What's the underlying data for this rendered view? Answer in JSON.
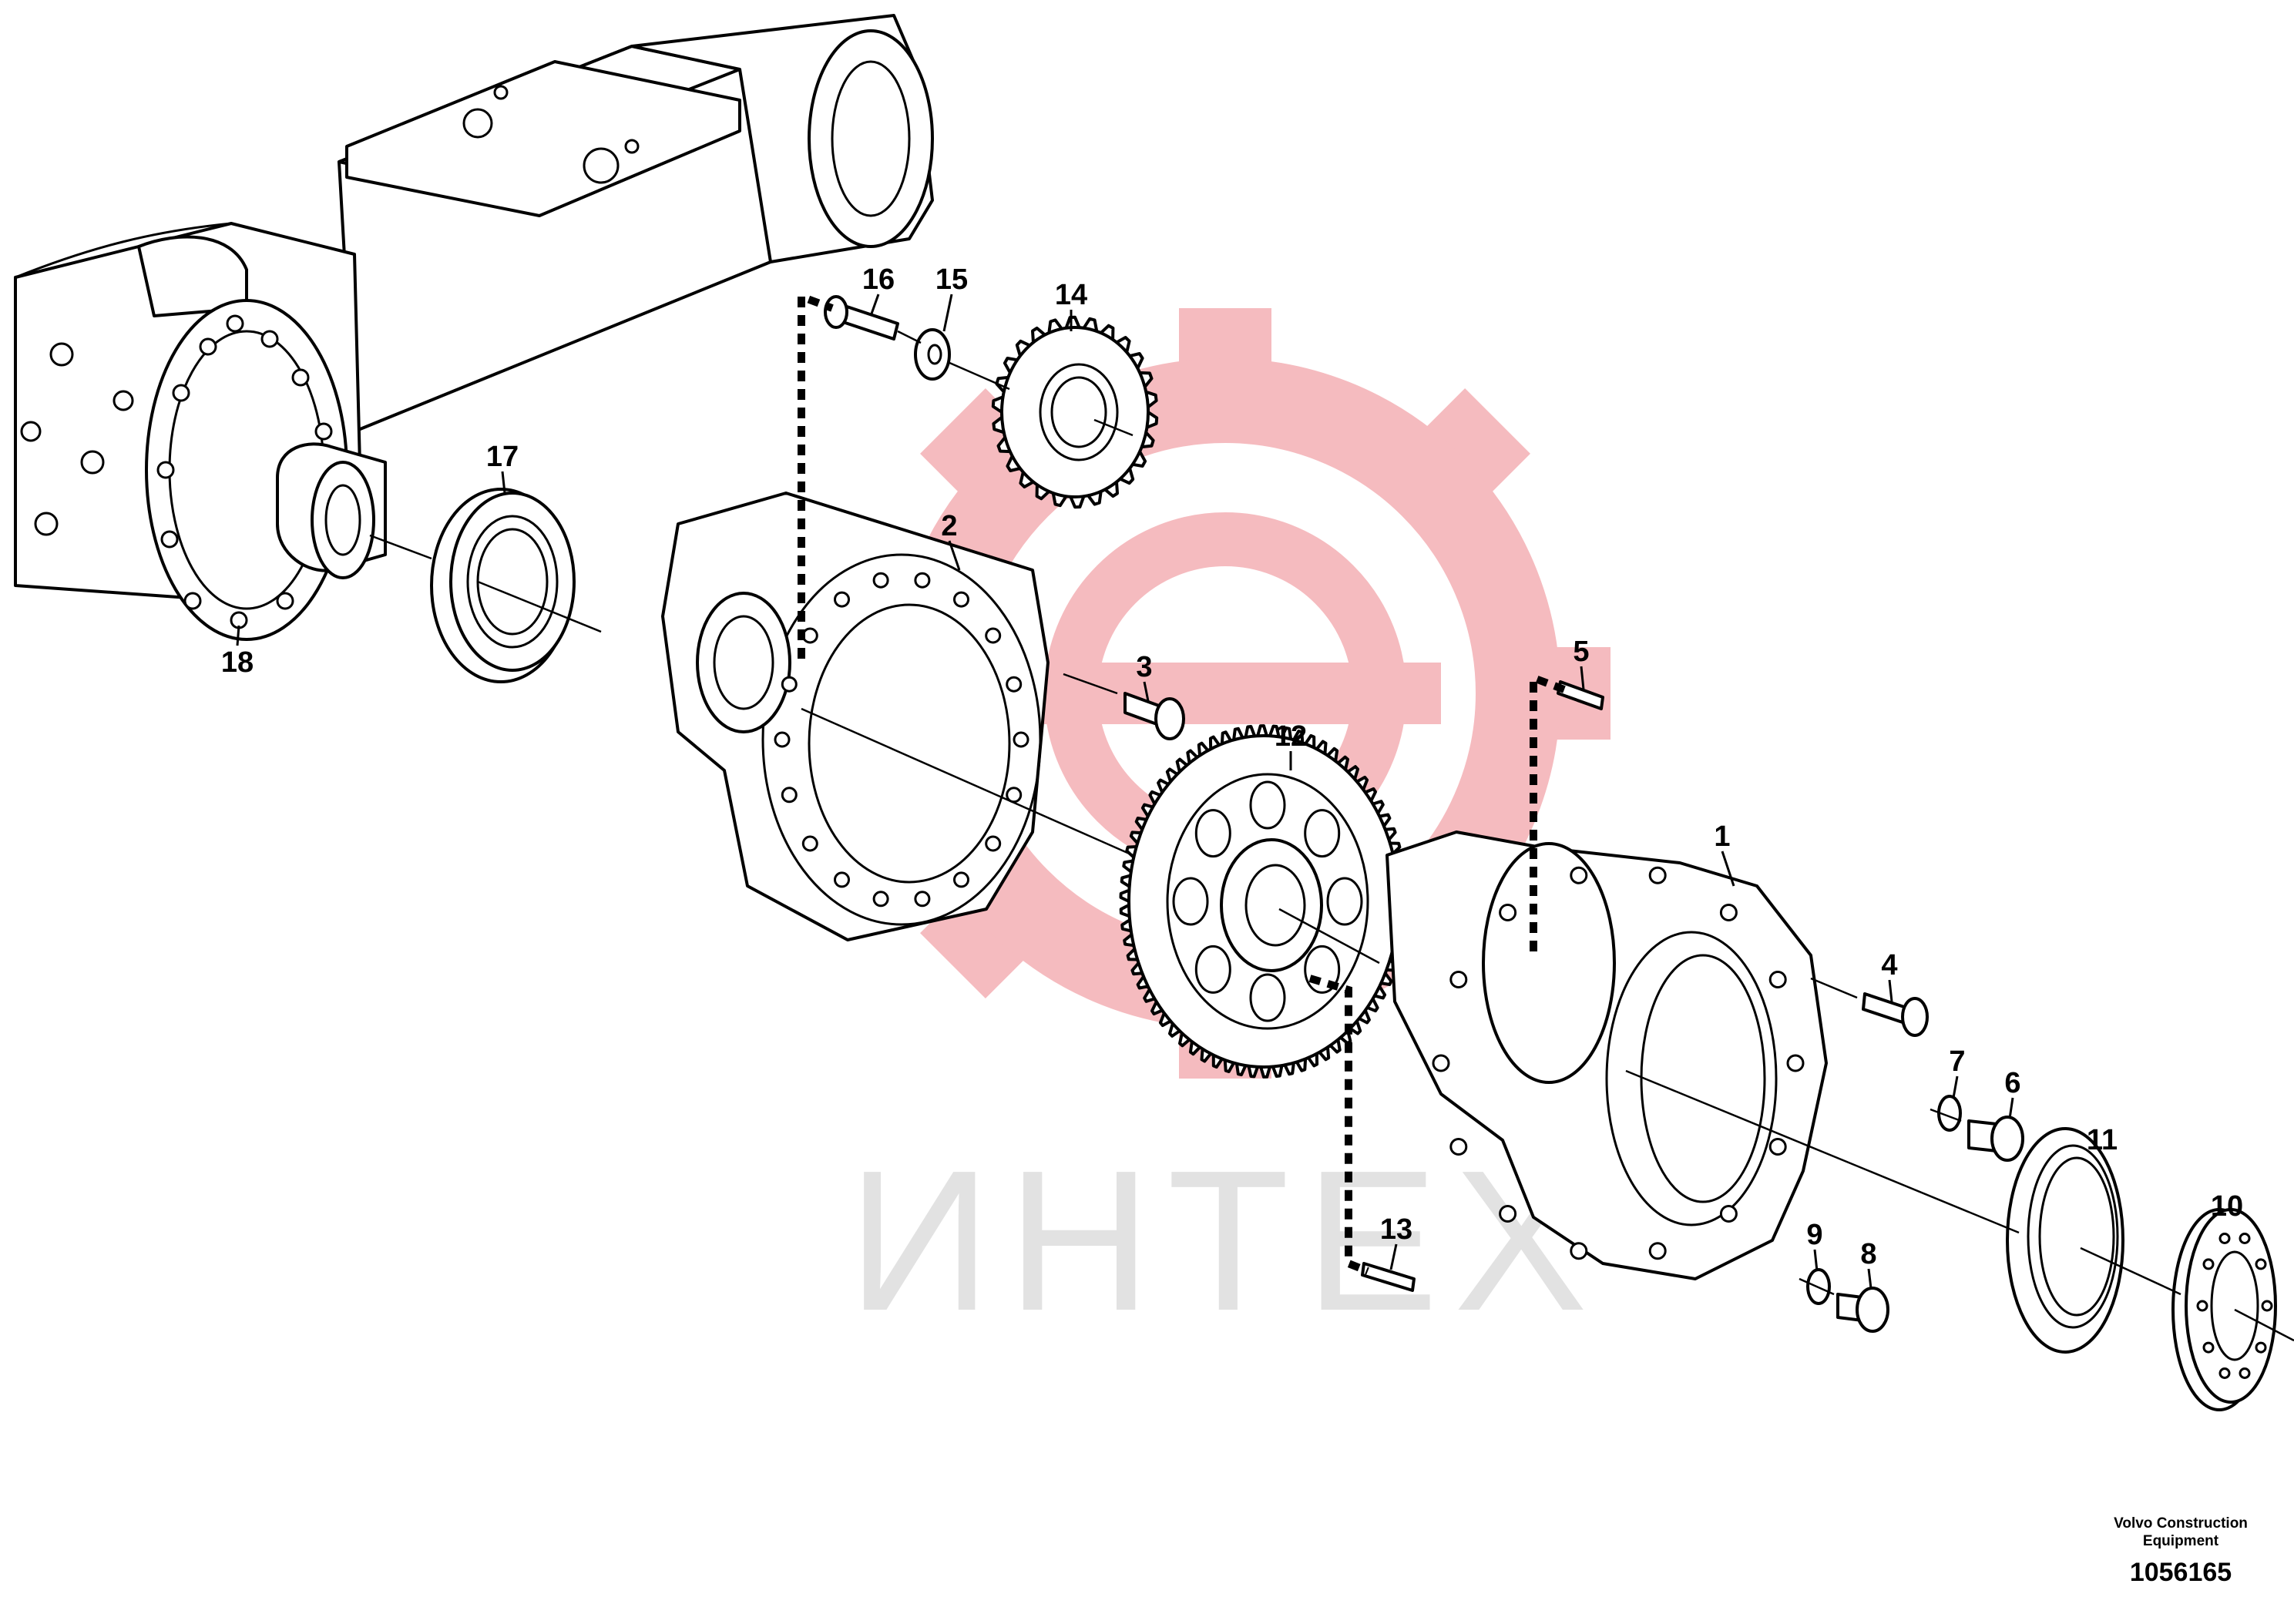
{
  "watermark": {
    "text": "ИНТЕХ",
    "gear_color": "#f5b8bc",
    "text_color": "#e2e2e2"
  },
  "callouts": [
    {
      "label": "1"
    },
    {
      "label": "2"
    },
    {
      "label": "3"
    },
    {
      "label": "4"
    },
    {
      "label": "5"
    },
    {
      "label": "6"
    },
    {
      "label": "7"
    },
    {
      "label": "8"
    },
    {
      "label": "9"
    },
    {
      "label": "10"
    },
    {
      "label": "11"
    },
    {
      "label": "12"
    },
    {
      "label": "13"
    },
    {
      "label": "14"
    },
    {
      "label": "15"
    },
    {
      "label": "16"
    },
    {
      "label": "17"
    },
    {
      "label": "18"
    }
  ],
  "credit": {
    "line1": "Volvo Construction",
    "line2": "Equipment",
    "doc_number": "1056165"
  }
}
